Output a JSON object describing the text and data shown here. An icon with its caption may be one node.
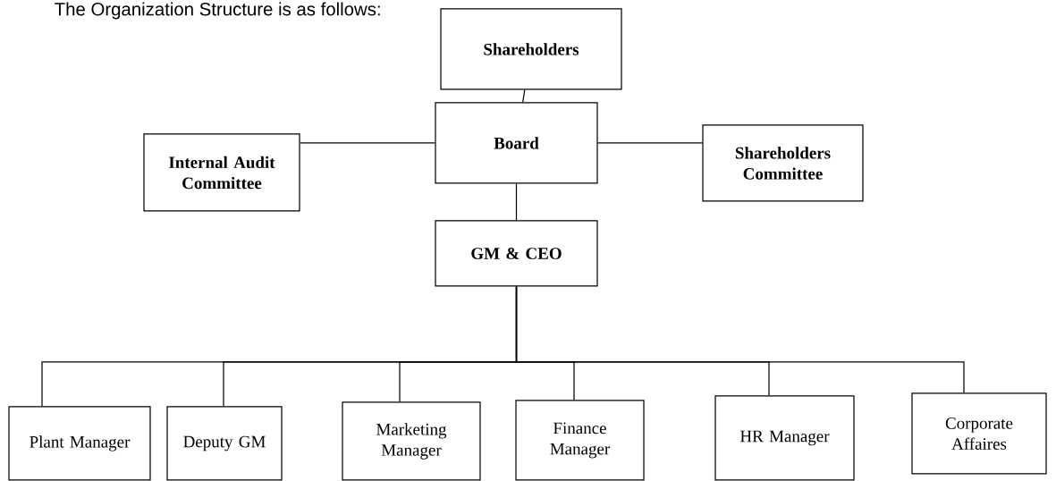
{
  "diagram": {
    "title": "The Organization Structure is as follows:",
    "nodes": [
      {
        "text": [
          "Shareholders"
        ]
      },
      {
        "text": [
          "Board"
        ]
      },
      {
        "text": [
          "Internal Audit Committee"
        ]
      },
      {
        "text": [
          "Shareholders Committee"
        ]
      },
      {
        "text": [
          "GM & CEO"
        ]
      },
      {
        "text": [
          "Plant Manager"
        ]
      },
      {
        "text": [
          "Deputy GM"
        ]
      },
      {
        "text": [
          "Marketing Manager"
        ]
      },
      {
        "text": [
          "Finance Manager"
        ]
      },
      {
        "text": [
          "HR Manager"
        ]
      },
      {
        "text": [
          "Corporate Affaires"
        ]
      }
    ],
    "edges": [
      {
        "from": 0,
        "to": 1,
        "arrow": "none"
      },
      {
        "from": 1,
        "to": 2,
        "arrow": "none"
      },
      {
        "from": 1,
        "to": 3,
        "arrow": "none"
      },
      {
        "from": 1,
        "to": 4,
        "arrow": "none"
      },
      {
        "from": 4,
        "to": 5,
        "arrow": "none"
      },
      {
        "from": 4,
        "to": 6,
        "arrow": "none"
      },
      {
        "from": 4,
        "to": 7,
        "arrow": "none"
      },
      {
        "from": 4,
        "to": 8,
        "arrow": "none"
      },
      {
        "from": 4,
        "to": 9,
        "arrow": "none"
      },
      {
        "from": 4,
        "to": 10,
        "arrow": "none"
      }
    ]
  }
}
